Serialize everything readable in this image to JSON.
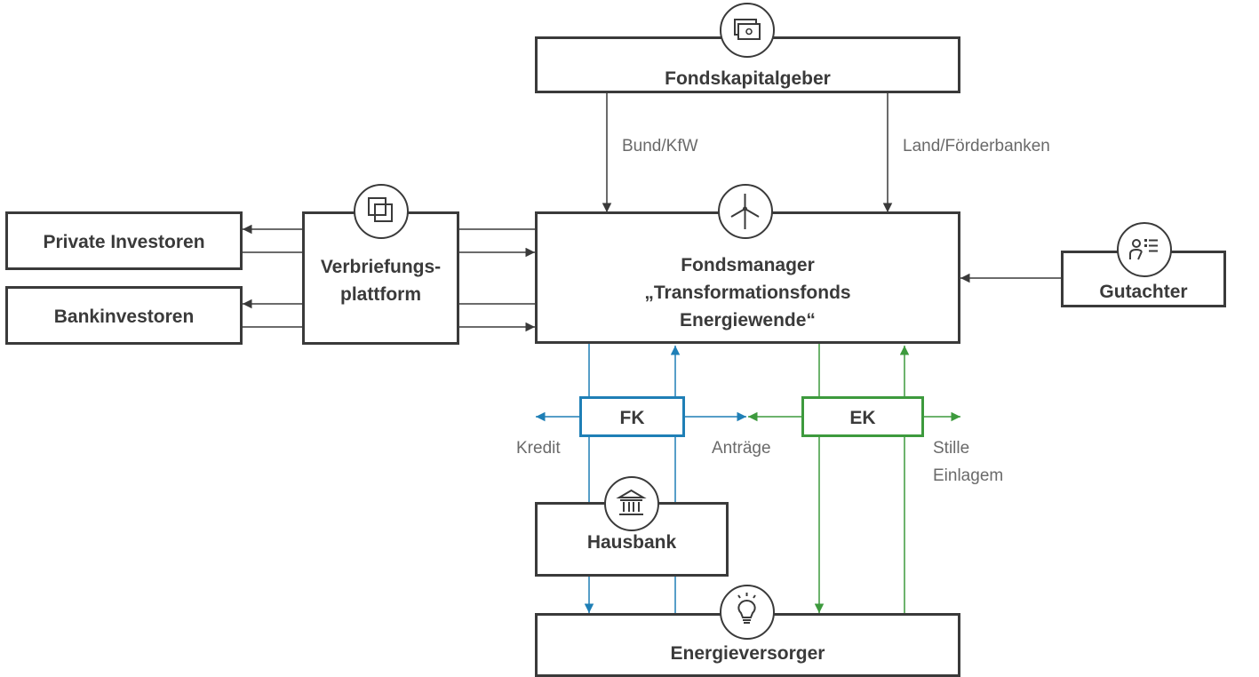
{
  "nodes": {
    "fondskapitalgeber": "Fondskapitalgeber",
    "fondsmanager": [
      "Fondsmanager",
      "„Transformationsfonds",
      "Energiewende“"
    ],
    "private_investoren": "Private Investoren",
    "bankinvestoren": "Bankinvestoren",
    "verbriefungsplattform": [
      "Verbriefungs-",
      "plattform"
    ],
    "gutachter": "Gutachter",
    "fk": "FK",
    "ek": "EK",
    "hausbank": "Hausbank",
    "energieversorger": "Energieversorger"
  },
  "edge_labels": {
    "bund_kfw": "Bund/KfW",
    "land_foerderbanken": "Land/Förderbanken",
    "kredit": "Kredit",
    "antraege": "Anträge",
    "stille_einlagen": [
      "Stille",
      "Einlagem"
    ]
  },
  "icons": {
    "fondskapitalgeber": "money-icon",
    "fondsmanager": "wind-turbine-icon",
    "verbriefungsplattform": "layers-icon",
    "gutachter": "expert-list-icon",
    "hausbank": "bank-icon",
    "energieversorger": "lightbulb-icon"
  },
  "colors": {
    "box_border": "#3a3a3a",
    "fk_blue": "#1f7fb6",
    "ek_green": "#3d9a3d",
    "label_gray": "#6a6a6a"
  }
}
